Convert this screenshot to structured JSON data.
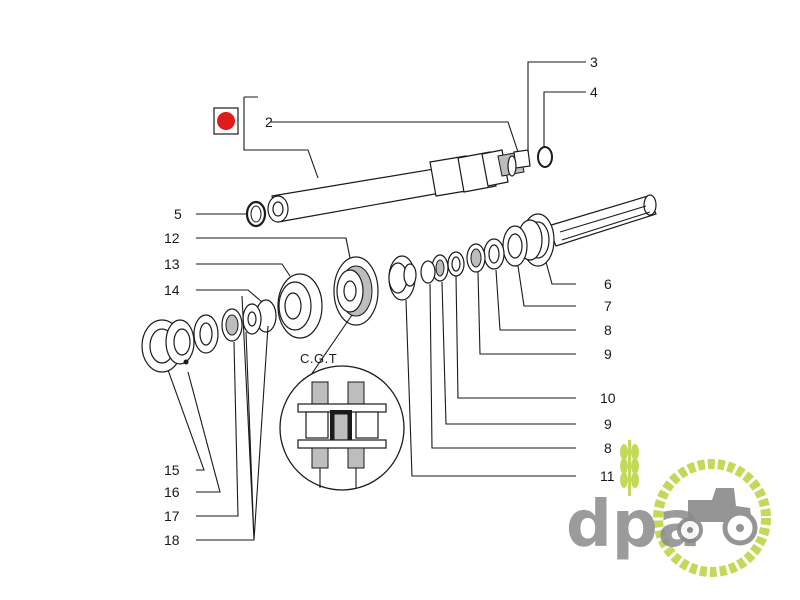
{
  "diagram": {
    "callouts": {
      "c2": "2",
      "c3": "3",
      "c4": "4",
      "c5": "5",
      "c6": "6",
      "c7": "7",
      "c8a": "8",
      "c9a": "9",
      "c10": "10",
      "c9b": "9",
      "c8b": "8",
      "c11": "11",
      "c12": "12",
      "c13": "13",
      "c14": "14",
      "c15": "15",
      "c16": "16",
      "c17": "17",
      "c18": "18"
    },
    "detail_label": "C.G.T"
  },
  "watermark": {
    "text": "dpa",
    "text_color": "#8a8a8a",
    "ring_color": "#c3d95a"
  },
  "colors": {
    "marker": "#e01b1b",
    "line": "#1a1a1a"
  }
}
